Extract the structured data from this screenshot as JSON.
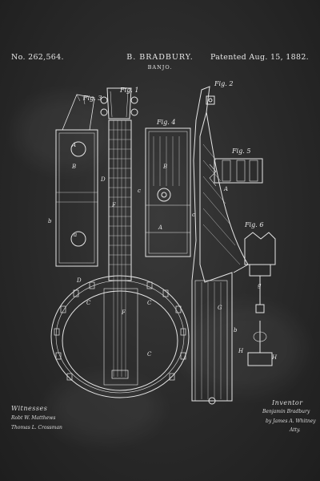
{
  "header": {
    "patent_number": "No. 262,564.",
    "inventor": "B. BRADBURY.",
    "title": "BANJO.",
    "patent_date": "Patented Aug. 15, 1882."
  },
  "figures": {
    "fig1": "Fig. 1",
    "fig2": "Fig. 2",
    "fig3": "Fig. 3",
    "fig4": "Fig. 4",
    "fig5": "Fig. 5",
    "fig6": "Fig. 6"
  },
  "signatures": {
    "witnesses_heading": "Witnesses",
    "witness_1": "Robt W. Matthews",
    "witness_2": "Thomas L. Crossman",
    "inventor_heading": "Inventor",
    "inventor_signature": "Benjamin Bradbury",
    "attorney_line": "by James A. Whitney",
    "attorney_title": "Atty."
  }
}
